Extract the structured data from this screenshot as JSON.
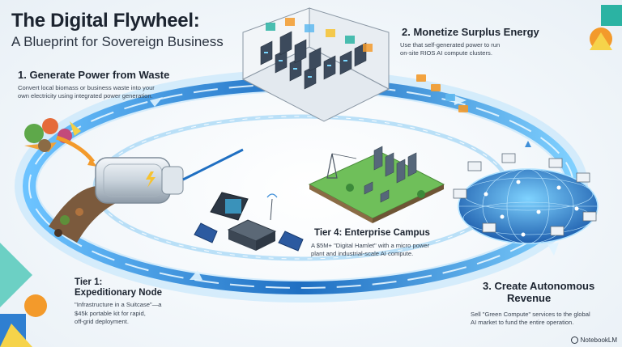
{
  "title": "The Digital Flywheel:",
  "subtitle": "A Blueprint for Sovereign Business",
  "steps": [
    {
      "heading": "1. Generate Power from Waste",
      "desc_lines": [
        "Convert local biomass or business waste into your",
        "own electricity using integrated power generation."
      ]
    },
    {
      "heading": "2. Monetize Surplus Energy",
      "desc_lines": [
        "Use that self-generated power to run",
        "on-site RIOS AI compute clusters."
      ]
    },
    {
      "heading_lines": [
        "3. Create Autonomous",
        "Revenue"
      ],
      "desc_lines": [
        "Sell \"Green Compute\" services to the global",
        "AI market to fund the entire operation."
      ]
    }
  ],
  "tiers": [
    {
      "heading_lines": [
        "Tier 1:",
        "Expeditionary Node"
      ],
      "desc_lines": [
        "\"Infrastructure in a Suitcase\"—a",
        "$45k portable kit for rapid,",
        "off-grid deployment."
      ]
    },
    {
      "heading": "Tier 4: Enterprise Campus",
      "desc_lines": [
        "A $5M+ \"Digital Hamlet\" with a micro power",
        "plant and industrial-scale AI compute."
      ]
    }
  ],
  "brand": "NotebookLM",
  "colors": {
    "ring": "#2e8fd6",
    "ring_light": "#9fd4f5",
    "accent_orange": "#f39a2b",
    "accent_teal": "#2bb3a3",
    "server": "#3c4a5c",
    "glow": "#7ad7ff"
  }
}
